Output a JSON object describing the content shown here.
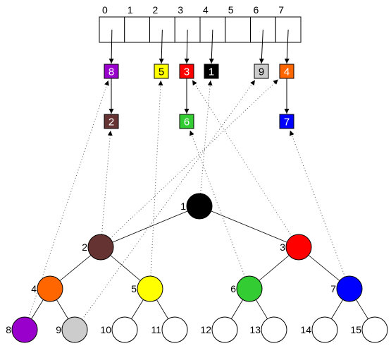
{
  "array_indices": [
    "0",
    "1",
    "2",
    "3",
    "4",
    "5",
    "6",
    "7"
  ],
  "boxes": [
    {
      "id": "b8",
      "label": "8",
      "fill": "#9900cc",
      "text": "#ffffff"
    },
    {
      "id": "b5",
      "label": "5",
      "fill": "#ffff00",
      "text": "#000000"
    },
    {
      "id": "b3",
      "label": "3",
      "fill": "#ff0000",
      "text": "#ffffff"
    },
    {
      "id": "b1",
      "label": "1",
      "fill": "#000000",
      "text": "#ffffff"
    },
    {
      "id": "b9",
      "label": "9",
      "fill": "#cccccc",
      "text": "#000000"
    },
    {
      "id": "b4",
      "label": "4",
      "fill": "#ff6600",
      "text": "#ffffff"
    },
    {
      "id": "b2",
      "label": "2",
      "fill": "#663333",
      "text": "#ffffff"
    },
    {
      "id": "b6",
      "label": "6",
      "fill": "#33cc33",
      "text": "#ffffff"
    },
    {
      "id": "b7",
      "label": "7",
      "fill": "#0000ff",
      "text": "#ffffff"
    }
  ],
  "tree_nodes": [
    {
      "id": "n1",
      "label": "1",
      "fill": "#000000"
    },
    {
      "id": "n2",
      "label": "2",
      "fill": "#663333"
    },
    {
      "id": "n3",
      "label": "3",
      "fill": "#ff0000"
    },
    {
      "id": "n4",
      "label": "4",
      "fill": "#ff6600"
    },
    {
      "id": "n5",
      "label": "5",
      "fill": "#ffff00"
    },
    {
      "id": "n6",
      "label": "6",
      "fill": "#33cc33"
    },
    {
      "id": "n7",
      "label": "7",
      "fill": "#0000ff"
    },
    {
      "id": "n8",
      "label": "8",
      "fill": "#9900cc"
    },
    {
      "id": "n9",
      "label": "9",
      "fill": "#cccccc"
    },
    {
      "id": "n10",
      "label": "10",
      "fill": "#ffffff"
    },
    {
      "id": "n11",
      "label": "11",
      "fill": "#ffffff"
    },
    {
      "id": "n12",
      "label": "12",
      "fill": "#ffffff"
    },
    {
      "id": "n13",
      "label": "13",
      "fill": "#ffffff"
    },
    {
      "id": "n14",
      "label": "14",
      "fill": "#ffffff"
    },
    {
      "id": "n15",
      "label": "15",
      "fill": "#ffffff"
    }
  ],
  "array_pointers": [
    {
      "slot": "0",
      "target": "b8"
    },
    {
      "slot": "2",
      "target": "b5"
    },
    {
      "slot": "3",
      "target": "b3"
    },
    {
      "slot": "4",
      "target": "b1"
    },
    {
      "slot": "6",
      "target": "b9"
    },
    {
      "slot": "7",
      "target": "b4"
    }
  ],
  "chain_links": [
    {
      "from": "b8",
      "to": "b2"
    },
    {
      "from": "b3",
      "to": "b6"
    },
    {
      "from": "b4",
      "to": "b7"
    }
  ],
  "node_links": [
    {
      "from": "n8",
      "to": "b8"
    },
    {
      "from": "n2",
      "to": "b2"
    },
    {
      "from": "n5",
      "to": "b5"
    },
    {
      "from": "n3",
      "to": "b3"
    },
    {
      "from": "n6",
      "to": "b6"
    },
    {
      "from": "n1",
      "to": "b1"
    },
    {
      "from": "n9",
      "to": "b9"
    },
    {
      "from": "n2",
      "to": "b4"
    },
    {
      "from": "n7",
      "to": "b7"
    }
  ]
}
